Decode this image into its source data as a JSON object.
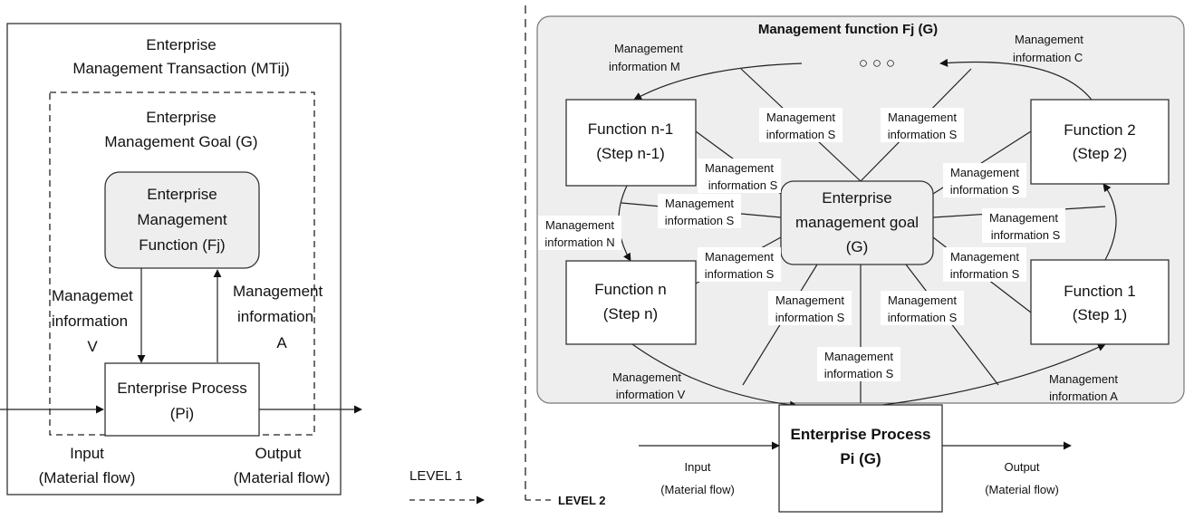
{
  "left": {
    "transaction_line1": "Enterprise",
    "transaction_line2": "Management Transaction (MTij)",
    "goal_line1": "Enterprise",
    "goal_line2": "Management Goal (G)",
    "function_line1": "Enterprise",
    "function_line2": "Management",
    "function_line3": "Function (Fj)",
    "info_v_line1": "Managemet",
    "info_v_line2": "information",
    "info_v_line3": "V",
    "info_a_line1": "Management",
    "info_a_line2": "information",
    "info_a_line3": "A",
    "process_line1": "Enterprise Process",
    "process_line2": "(Pi)",
    "input_line1": "Input",
    "input_line2": "(Material flow)",
    "output_line1": "Output",
    "output_line2": "(Material flow)"
  },
  "level1_label": "LEVEL 1",
  "level2_label": "LEVEL 2",
  "right": {
    "panel_title": "Management function Fj (G)",
    "ellipsis": "○  ○  ○",
    "func_n1_line1": "Function n-1",
    "func_n1_line2": "(Step n-1)",
    "func_n_line1": "Function n",
    "func_n_line2": "(Step n)",
    "func_2_line1": "Function 2",
    "func_2_line2": "(Step 2)",
    "func_1_line1": "Function 1",
    "func_1_line2": "(Step 1)",
    "goal_line1": "Enterprise",
    "goal_line2": "management goal",
    "goal_line3": "(G)",
    "process_line1": "Enterprise Process",
    "process_line2": "Pi (G)",
    "input_line1": "Input",
    "input_line2": "(Material flow)",
    "output_line1": "Output",
    "output_line2": "(Material flow)",
    "mgmt_word": "Management",
    "info_m": "information M",
    "info_c": "information C",
    "info_s": "information S",
    "info_n": "information N",
    "info_v": "information V",
    "info_a": "information A"
  }
}
